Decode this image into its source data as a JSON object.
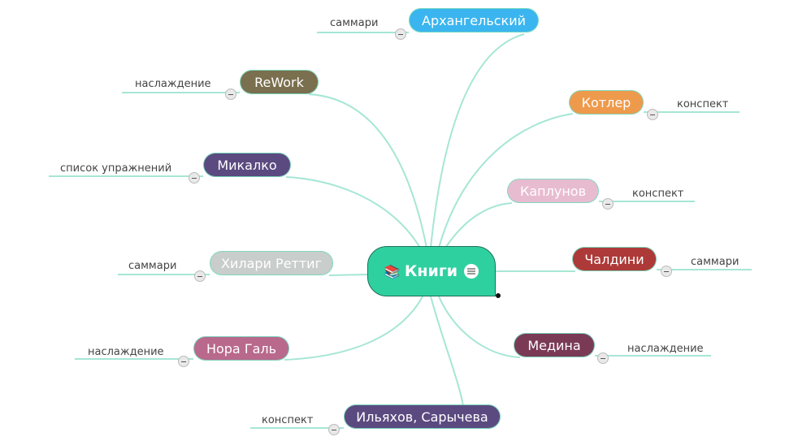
{
  "root": {
    "label": "Книги",
    "icon": "books-icon",
    "color": "#2fd0a0"
  },
  "topics": [
    {
      "label": "Архангельский",
      "note": "саммари",
      "color": "#3bb5ef"
    },
    {
      "label": "ReWork",
      "note": "наслаждение",
      "color": "#7a6f4e"
    },
    {
      "label": "Котлер",
      "note": "конспект",
      "color": "#ee9a4c"
    },
    {
      "label": "Микалко",
      "note": "список упражнений",
      "color": "#5b4a80"
    },
    {
      "label": "Каплунов",
      "note": "конспект",
      "color": "#e8bcd0"
    },
    {
      "label": "Хилари Реттиг",
      "note": "саммари",
      "color": "#c9cdcc"
    },
    {
      "label": "Чалдини",
      "note": "саммари",
      "color": "#ad3a38"
    },
    {
      "label": "Нора Галь",
      "note": "наслаждение",
      "color": "#b8698c"
    },
    {
      "label": "Медина",
      "note": "наслаждение",
      "color": "#7a3a56"
    },
    {
      "label": "Ильяхов, Сарычева",
      "note": "конспект",
      "color": "#5b4a80"
    }
  ],
  "link_color": "#a6e6d5"
}
